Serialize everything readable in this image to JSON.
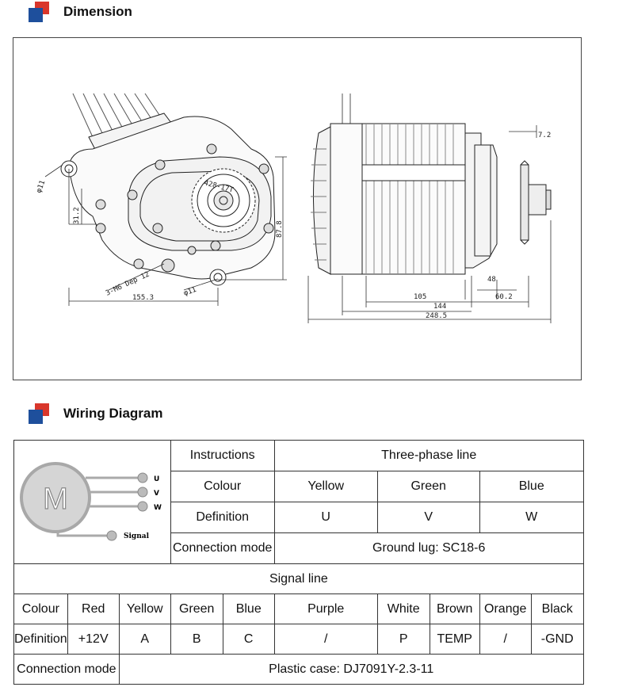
{
  "sections": {
    "dimension_title": "Dimension",
    "wiring_title": "Wiring Diagram"
  },
  "colors": {
    "accent_red": "#d9362b",
    "accent_blue": "#1e4f9c"
  },
  "dimension_labels": {
    "d1": "φ11",
    "d2": "31.2",
    "d3": "87.8",
    "d4": "3-M6 Dep 12",
    "d5": "φ11",
    "d6": "155.3",
    "sprocket": "428-17T",
    "d7": "7.2",
    "d8": "48",
    "d9": "105",
    "d10": "60.2",
    "d11": "144",
    "d12": "248.5"
  },
  "motor_icon": {
    "letter": "M",
    "phase_labels": [
      "U",
      "V",
      "W"
    ],
    "signal_label": "Signal"
  },
  "wiring": {
    "instructions_label": "Instructions",
    "three_phase_label": "Three-phase line",
    "colour_label": "Colour",
    "phase_colours": [
      "Yellow",
      "Green",
      "Blue"
    ],
    "definition_label": "Definition",
    "phase_defs": [
      "U",
      "V",
      "W"
    ],
    "connection_mode_label": "Connection mode",
    "phase_connection": "Ground lug: SC18-6",
    "signal_line_label": "Signal line",
    "signal_colour_label": "Colour",
    "signal_colours": [
      "Red",
      "Yellow",
      "Green",
      "Blue",
      "Purple",
      "White",
      "Brown",
      "Orange",
      "Black"
    ],
    "signal_def_label": "Definition",
    "signal_defs": [
      "+12V",
      "A",
      "B",
      "C",
      "/",
      "P",
      "TEMP",
      "/",
      "-GND"
    ],
    "signal_connection_label": "Connection mode",
    "signal_connection": "Plastic case: DJ7091Y-2.3-11"
  }
}
